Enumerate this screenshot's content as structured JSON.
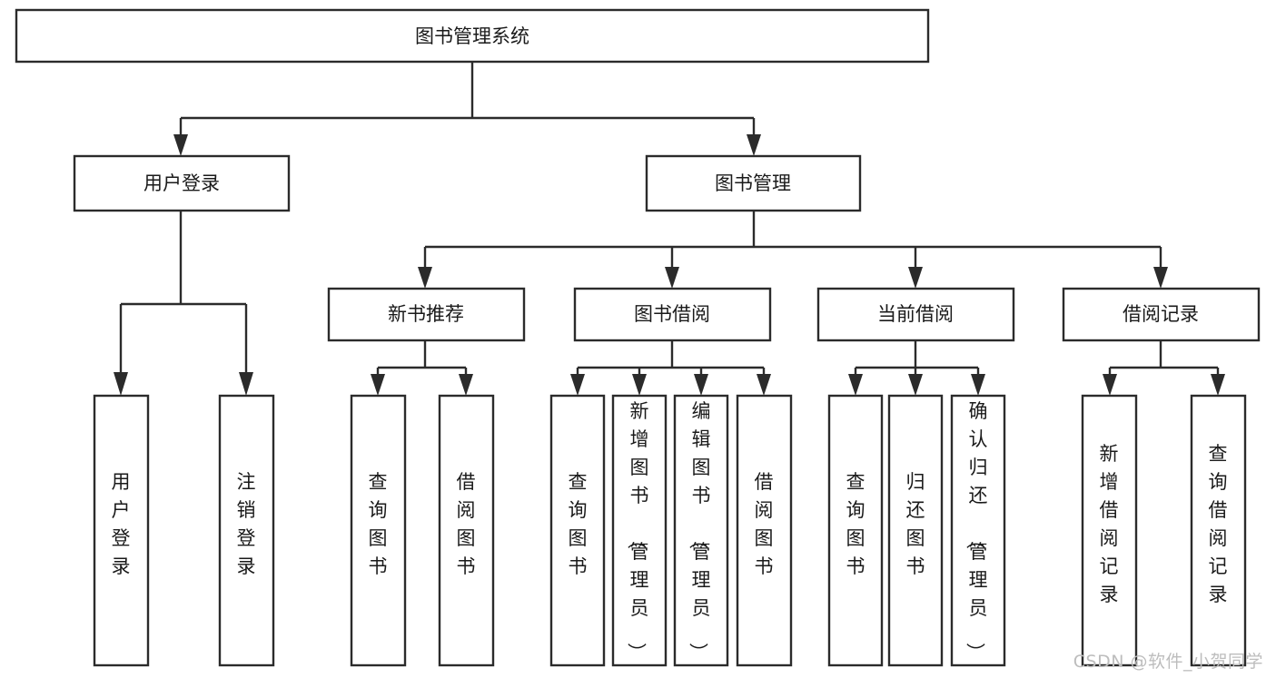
{
  "diagram": {
    "type": "tree-hierarchy",
    "title": "图书管理系统",
    "watermark": "CSDN @软件_小贺同学",
    "colors": {
      "stroke": "#2b2b2b",
      "fill": "#ffffff",
      "text": "#1a1a1a",
      "watermark": "#bdbdbd",
      "background": "#ffffff"
    },
    "levels": {
      "root": "图书管理系统",
      "level2": [
        "用户登录",
        "图书管理"
      ],
      "level3": [
        "新书推荐",
        "图书借阅",
        "当前借阅",
        "借阅记录"
      ]
    },
    "nodes": {
      "root": {
        "label": "图书管理系统"
      },
      "user_login": {
        "label": "用户登录"
      },
      "book_manage": {
        "label": "图书管理"
      },
      "new_book_rec": {
        "label": "新书推荐"
      },
      "book_borrow": {
        "label": "图书借阅"
      },
      "current_borrow": {
        "label": "当前借阅"
      },
      "borrow_record": {
        "label": "借阅记录"
      },
      "leaf_user_login": {
        "label": "用户登录"
      },
      "leaf_logout": {
        "label": "注销登录"
      },
      "leaf_query_book_1": {
        "label": "查询图书"
      },
      "leaf_borrow_book_1": {
        "label": "借阅图书"
      },
      "leaf_query_book_2": {
        "label": "查询图书"
      },
      "leaf_add_book": {
        "label": "新增图书（管理员）"
      },
      "leaf_edit_book": {
        "label": "编辑图书（管理员）"
      },
      "leaf_borrow_book_2": {
        "label": "借阅图书"
      },
      "leaf_query_book_3": {
        "label": "查询图书"
      },
      "leaf_return_book": {
        "label": "归还图书"
      },
      "leaf_confirm_return": {
        "label": "确认归还（管理员）"
      },
      "leaf_add_record": {
        "label": "新增借阅记录"
      },
      "leaf_query_record": {
        "label": "查询借阅记录"
      }
    },
    "edges": [
      {
        "from": "root",
        "to": "user_login"
      },
      {
        "from": "root",
        "to": "book_manage"
      },
      {
        "from": "user_login",
        "to": "leaf_user_login"
      },
      {
        "from": "user_login",
        "to": "leaf_logout"
      },
      {
        "from": "book_manage",
        "to": "new_book_rec"
      },
      {
        "from": "book_manage",
        "to": "book_borrow"
      },
      {
        "from": "book_manage",
        "to": "current_borrow"
      },
      {
        "from": "book_manage",
        "to": "borrow_record"
      },
      {
        "from": "new_book_rec",
        "to": "leaf_query_book_1"
      },
      {
        "from": "new_book_rec",
        "to": "leaf_borrow_book_1"
      },
      {
        "from": "book_borrow",
        "to": "leaf_query_book_2"
      },
      {
        "from": "book_borrow",
        "to": "leaf_add_book"
      },
      {
        "from": "book_borrow",
        "to": "leaf_edit_book"
      },
      {
        "from": "book_borrow",
        "to": "leaf_borrow_book_2"
      },
      {
        "from": "current_borrow",
        "to": "leaf_query_book_3"
      },
      {
        "from": "current_borrow",
        "to": "leaf_return_book"
      },
      {
        "from": "current_borrow",
        "to": "leaf_confirm_return"
      },
      {
        "from": "borrow_record",
        "to": "leaf_add_record"
      },
      {
        "from": "borrow_record",
        "to": "leaf_query_record"
      }
    ]
  }
}
